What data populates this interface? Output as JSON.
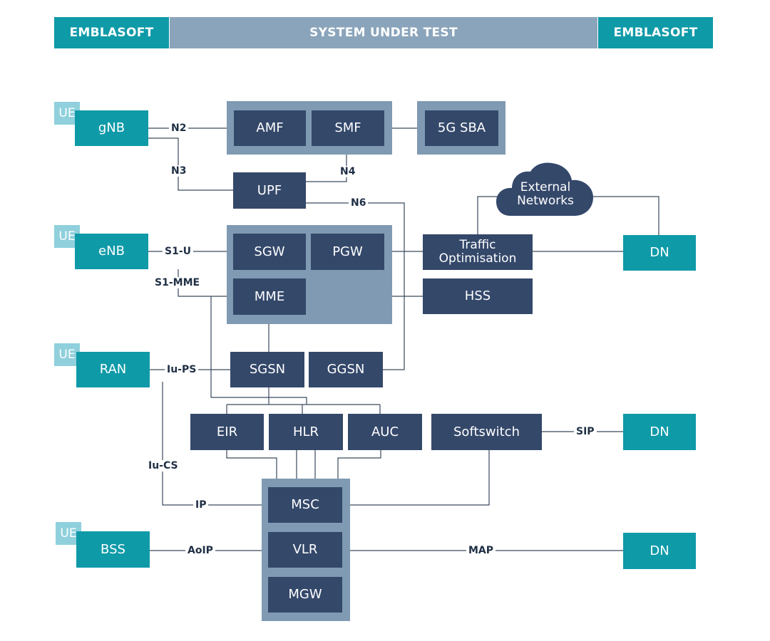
{
  "header": {
    "left": "EMBLASOFT",
    "center": "SYSTEM UNDER TEST",
    "right": "EMBLASOFT"
  },
  "ue_label": "UE",
  "access": {
    "gnb": "gNB",
    "enb": "eNB",
    "ran": "RAN",
    "bss": "BSS"
  },
  "nodes": {
    "amf": "AMF",
    "smf": "SMF",
    "sba": "5G SBA",
    "upf": "UPF",
    "sgw": "SGW",
    "pgw": "PGW",
    "mme": "MME",
    "hss": "HSS",
    "traffic": "Traffic Optimisation",
    "sgsn": "SGSN",
    "ggsn": "GGSN",
    "eir": "EIR",
    "hlr": "HLR",
    "auc": "AUC",
    "softswitch": "Softswitch",
    "msc": "MSC",
    "vlr": "VLR",
    "mgw": "MGW",
    "external": "External Networks"
  },
  "dn_label": "DN",
  "interfaces": {
    "n2": "N2",
    "n3": "N3",
    "n4": "N4",
    "n6": "N6",
    "s1u": "S1-U",
    "s1mme": "S1-MME",
    "iups": "Iu-PS",
    "iucs": "Iu-CS",
    "ip": "IP",
    "aoip": "AoIP",
    "sip": "SIP",
    "map": "MAP"
  },
  "colors": {
    "teal": "#0f9aa8",
    "navy": "#34486a",
    "group": "#7f9ab2",
    "ue": "#8fd0dc",
    "line": "#3a4a5e"
  }
}
